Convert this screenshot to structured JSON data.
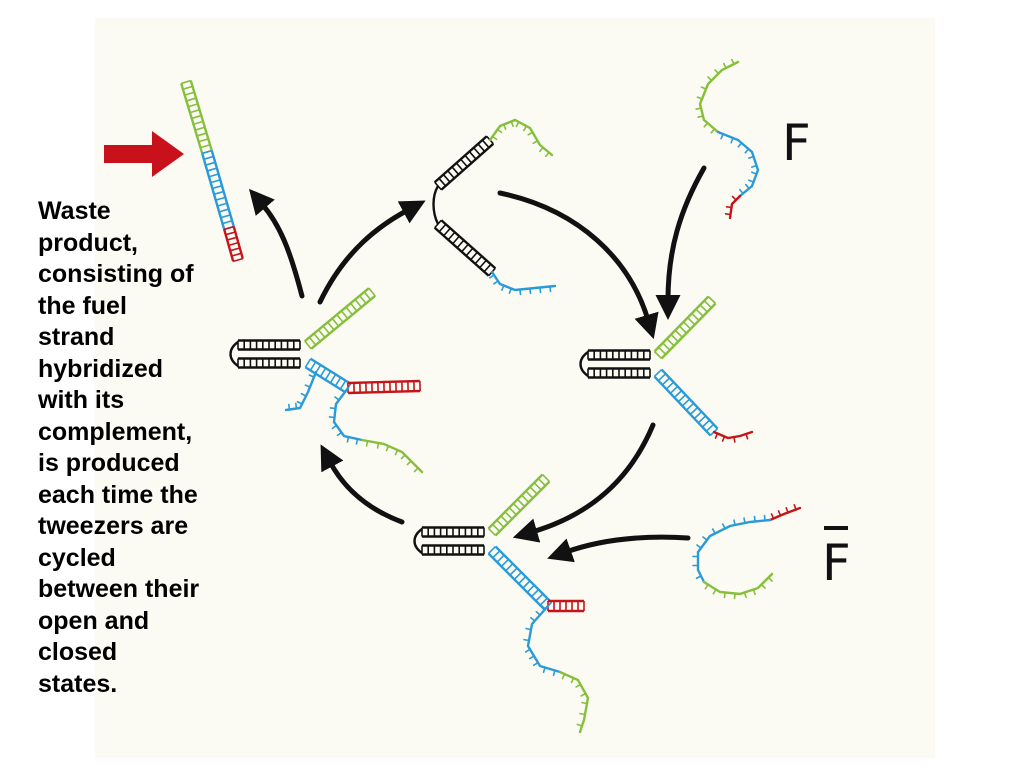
{
  "caption_lines": [
    "Waste",
    "product,",
    "consisting of",
    "the fuel",
    "strand",
    "hybridized",
    "with its",
    "complement,",
    "is produced",
    "each time the",
    "tweezers are",
    "cycled",
    "between their",
    "open and",
    "closed",
    "states."
  ],
  "labels": {
    "fuel": "F",
    "fuel_complement": "F"
  },
  "colors": {
    "background": "#ffffff",
    "panel": "#fbfbf4",
    "green": "#86bf3c",
    "blue": "#2b9ad8",
    "red": "#c4151b",
    "black": "#111111",
    "pointer_arrow": "#c8111a"
  },
  "icons": [
    "red-arrow-icon",
    "cycle-arrow-icon",
    "dna-tweezers-icon",
    "dna-strand-icon"
  ]
}
